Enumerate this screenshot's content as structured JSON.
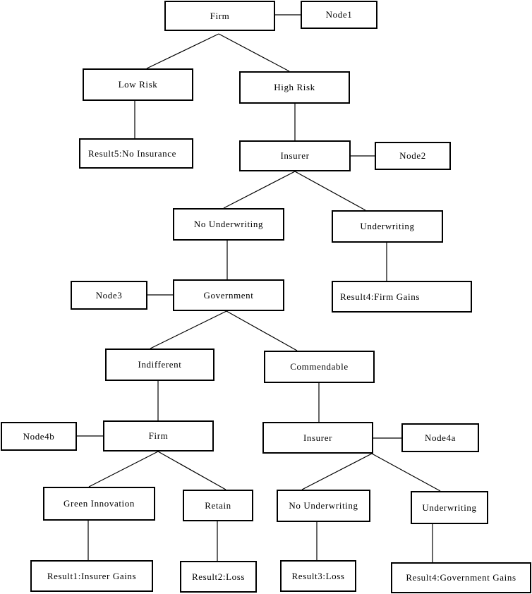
{
  "diagram": {
    "nodes": {
      "firm_top": "Firm",
      "node1": "Node1",
      "low_risk": "Low Risk",
      "high_risk": "High Risk",
      "result5": "Result5:No Insurance",
      "insurer_1": "Insurer",
      "node2": "Node2",
      "no_underwriting_1": "No Underwriting",
      "underwriting_1": "Underwriting",
      "node3": "Node3",
      "government": "Government",
      "result4_firm": "Result4:Firm Gains",
      "indifferent": "Indifferent",
      "commendable": "Commendable",
      "node4b": "Node4b",
      "firm_2": "Firm",
      "insurer_2": "Insurer",
      "node4a": "Node4a",
      "green_innovation": "Green Innovation",
      "retain": "Retain",
      "no_underwriting_2": "No Underwriting",
      "underwriting_2": "Underwriting",
      "result1": "Result1:Insurer Gains",
      "result2": "Result2:Loss",
      "result3": "Result3:Loss",
      "result4_gov": "Result4:Government Gains"
    },
    "edges": [
      [
        "firm_top",
        "node1"
      ],
      [
        "firm_top",
        "low_risk"
      ],
      [
        "firm_top",
        "high_risk"
      ],
      [
        "low_risk",
        "result5"
      ],
      [
        "high_risk",
        "insurer_1"
      ],
      [
        "insurer_1",
        "node2"
      ],
      [
        "insurer_1",
        "no_underwriting_1"
      ],
      [
        "insurer_1",
        "underwriting_1"
      ],
      [
        "no_underwriting_1",
        "government"
      ],
      [
        "underwriting_1",
        "result4_firm"
      ],
      [
        "node3",
        "government"
      ],
      [
        "government",
        "indifferent"
      ],
      [
        "government",
        "commendable"
      ],
      [
        "indifferent",
        "firm_2"
      ],
      [
        "commendable",
        "insurer_2"
      ],
      [
        "node4b",
        "firm_2"
      ],
      [
        "insurer_2",
        "node4a"
      ],
      [
        "firm_2",
        "green_innovation"
      ],
      [
        "firm_2",
        "retain"
      ],
      [
        "insurer_2",
        "no_underwriting_2"
      ],
      [
        "insurer_2",
        "underwriting_2"
      ],
      [
        "green_innovation",
        "result1"
      ],
      [
        "retain",
        "result2"
      ],
      [
        "no_underwriting_2",
        "result3"
      ],
      [
        "underwriting_2",
        "result4_gov"
      ]
    ]
  }
}
